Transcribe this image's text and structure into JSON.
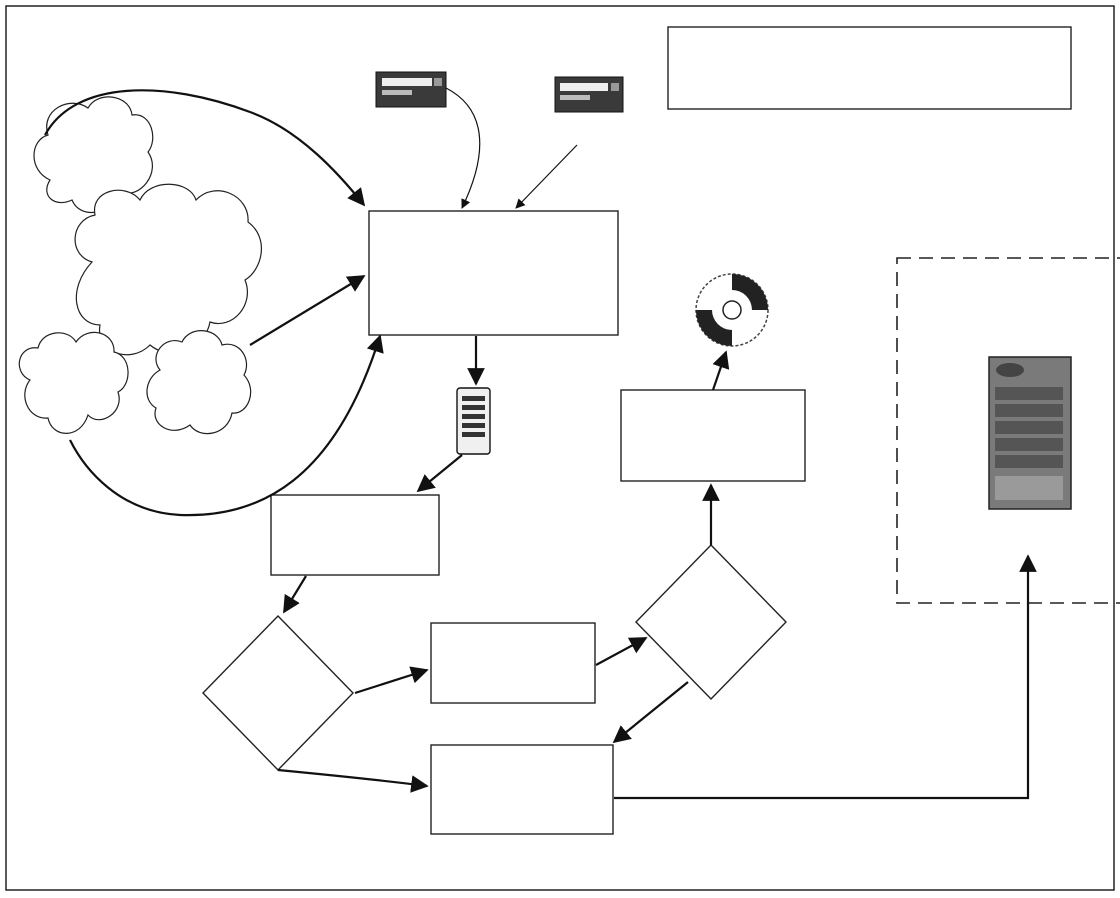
{
  "figure": {
    "nodes": [
      {
        "id": "top-right-box",
        "kind": "rect",
        "label": ""
      },
      {
        "id": "central-box",
        "kind": "rect",
        "label": ""
      },
      {
        "id": "box-after-storage",
        "kind": "rect",
        "label": ""
      },
      {
        "id": "decision-1",
        "kind": "diamond",
        "label": ""
      },
      {
        "id": "process-box",
        "kind": "rect",
        "label": ""
      },
      {
        "id": "decision-2",
        "kind": "diamond",
        "label": ""
      },
      {
        "id": "bottom-box",
        "kind": "rect",
        "label": ""
      },
      {
        "id": "disc-output-box",
        "kind": "rect",
        "label": ""
      },
      {
        "id": "dashed-region",
        "kind": "dashed-rect",
        "label": ""
      }
    ],
    "icons": [
      "device-icon",
      "device-icon",
      "storage-server-icon",
      "optical-disc-icon",
      "handheld-device-icon",
      "cloud-icon"
    ],
    "colors": {
      "line": "#111111",
      "fill": "#ffffff",
      "device_body": "#3a3a3a",
      "handheld_body": "#7a7a7a"
    }
  }
}
